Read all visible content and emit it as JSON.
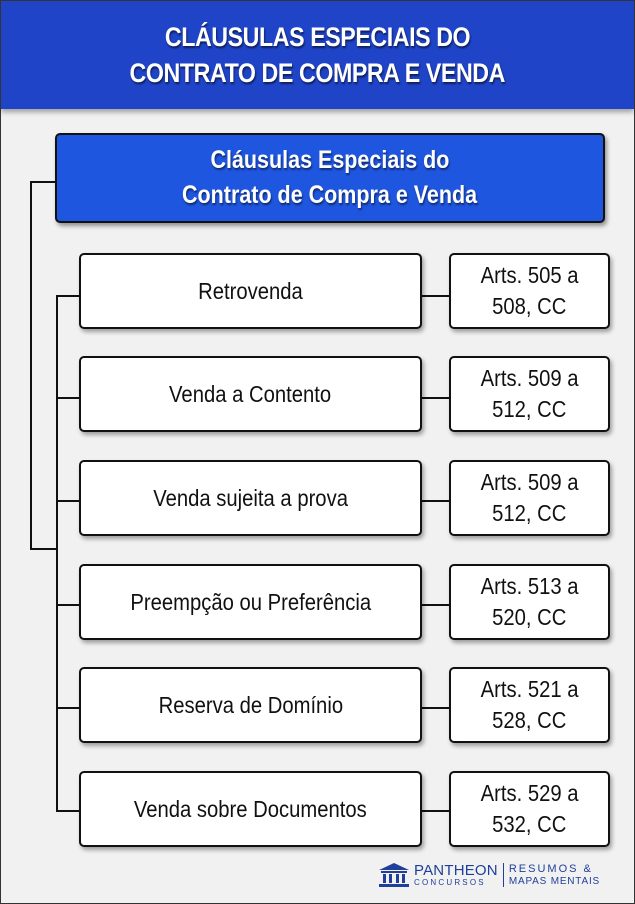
{
  "header": {
    "title_line1": "CLÁUSULAS ESPECIAIS DO",
    "title_line2": "CONTRATO DE COMPRA E VENDA"
  },
  "root": {
    "line1": "Cláusulas Especiais do",
    "line2": "Contrato de Compra e Venda"
  },
  "items": [
    {
      "label": "Retrovenda",
      "ref_line1": "Arts. 505 a",
      "ref_line2": "508, CC"
    },
    {
      "label": "Venda a Contento",
      "ref_line1": "Arts. 509 a",
      "ref_line2": "512, CC"
    },
    {
      "label": "Venda sujeita a prova",
      "ref_line1": "Arts. 509 a",
      "ref_line2": "512, CC"
    },
    {
      "label": "Preempção ou Preferência",
      "ref_line1": "Arts. 513 a",
      "ref_line2": "520, CC"
    },
    {
      "label": "Reserva de Domínio",
      "ref_line1": "Arts. 521 a",
      "ref_line2": "528, CC"
    },
    {
      "label": "Venda sobre Documentos",
      "ref_line1": "Arts. 529 a",
      "ref_line2": "532, CC"
    }
  ],
  "logo": {
    "brand": "PANTHEON",
    "brand_sub": "CONCURSOS",
    "tag_line1": "RESUMOS &",
    "tag_line2": "MAPAS MENTAIS",
    "icon": "pantheon-temple-icon"
  },
  "colors": {
    "header_bg": "#1f44c8",
    "root_bg": "#1f56e0",
    "background": "#f1f1f1",
    "brand": "#1f3f9a"
  }
}
